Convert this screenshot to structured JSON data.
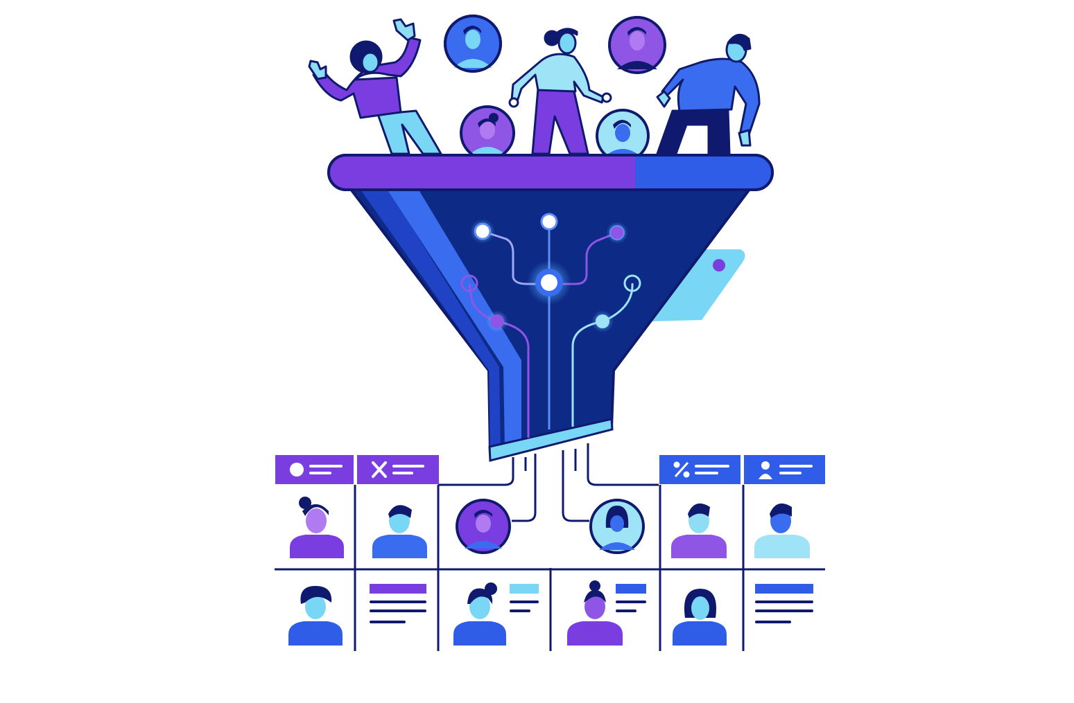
{
  "illustration": {
    "subject": "funnel-segmentation",
    "colors": {
      "navy": "#0f1a6e",
      "deep_blue": "#0d2a86",
      "blue": "#2f5de8",
      "bright_blue": "#3a6cf0",
      "purple": "#7a3ee0",
      "violet": "#8f56e6",
      "light_blue": "#7ad6f5",
      "pale_blue": "#9fe3f7",
      "skin_light": "#8fdcf5",
      "white": "#ffffff"
    },
    "top_people": [
      {
        "name": "person-waving",
        "icon": "person-icon",
        "shirt": "purple"
      },
      {
        "name": "person-walking-woman",
        "icon": "person-icon",
        "shirt": "pale_blue"
      },
      {
        "name": "person-climbing",
        "icon": "person-icon",
        "shirt": "bright_blue"
      }
    ],
    "avatar_circles": [
      {
        "name": "avatar-man",
        "bg": "bright_blue"
      },
      {
        "name": "avatar-woman-bun",
        "bg": "violet"
      },
      {
        "name": "avatar-man-dark",
        "bg": "violet"
      },
      {
        "name": "avatar-man-small",
        "bg": "bright_blue"
      }
    ],
    "segment_headers": [
      {
        "name": "segment-header-user",
        "icon": "user-dot-icon",
        "color": "purple"
      },
      {
        "name": "segment-header-exclude",
        "icon": "x-icon",
        "color": "purple"
      },
      {
        "name": "segment-header-discount",
        "icon": "percent-icon",
        "color": "bright_blue"
      },
      {
        "name": "segment-header-profile",
        "icon": "user-icon",
        "color": "bright_blue"
      }
    ],
    "circuit_nodes": [
      {
        "name": "node-top-left",
        "color": "white"
      },
      {
        "name": "node-top",
        "color": "white"
      },
      {
        "name": "node-top-right",
        "color": "violet"
      },
      {
        "name": "node-center",
        "color": "white"
      },
      {
        "name": "node-left",
        "color": "violet"
      },
      {
        "name": "node-right",
        "color": "pale_blue"
      }
    ]
  }
}
